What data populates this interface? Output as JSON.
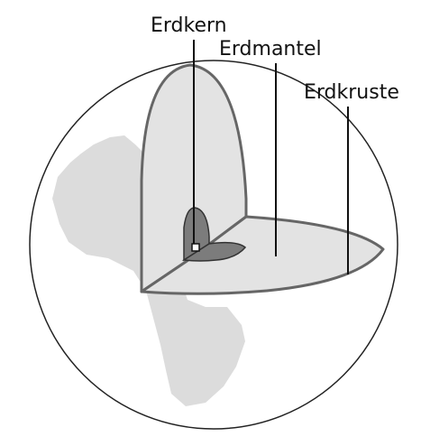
{
  "labels": {
    "core": "Erdkern",
    "mantle": "Erdmantel",
    "crust": "Erdkruste"
  },
  "colors": {
    "continent": "#dcdcdc",
    "section_fill": "#e3e3e3",
    "section_stroke": "#666666",
    "core_fill": "#7c7c7c",
    "line": "#111111"
  }
}
